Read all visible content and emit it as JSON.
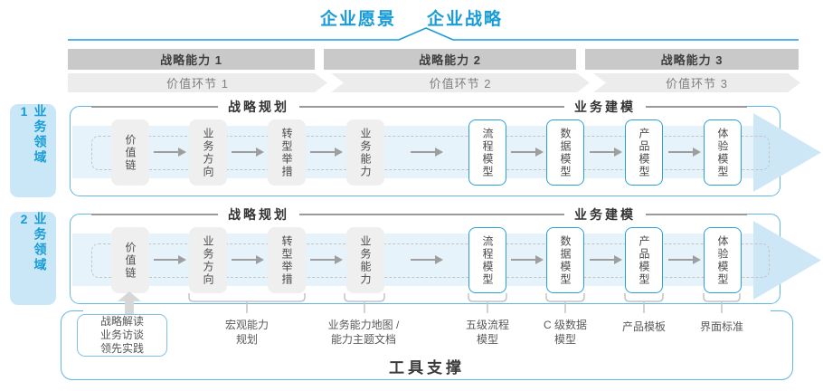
{
  "title": {
    "vision": "企业愿景",
    "strategy": "企业战略"
  },
  "strategic_capabilities": [
    {
      "label": "战略能力 1"
    },
    {
      "label": "战略能力 2"
    },
    {
      "label": "战略能力 3"
    }
  ],
  "value_links": [
    {
      "label": "价值环节 1"
    },
    {
      "label": "价值环节 2"
    },
    {
      "label": "价值环节 3"
    }
  ],
  "domains": [
    {
      "label": "业务领域 1"
    },
    {
      "label": "业务领域 2"
    }
  ],
  "sections": {
    "planning": "战略规划",
    "modeling": "业务建模"
  },
  "flow_boxes": {
    "gray": [
      "价值链",
      "业务方向",
      "转型举措",
      "业务能力"
    ],
    "blue": [
      "流程模型",
      "数据模型",
      "产品模型",
      "体验模型"
    ]
  },
  "annotations": {
    "practice_box": "战略解读\n业务访谈\n领先实践",
    "macro_capability": "宏观能力\n规划",
    "capability_map": "业务能力地图 /\n能力主题文档",
    "process_model": "五级流程\n模型",
    "data_model": "C 级数据\n模型",
    "product_template": "产品模板",
    "ui_standard": "界面标准"
  },
  "footer": {
    "tool_support": "工具支撑"
  },
  "colors": {
    "brand_blue": "#189cd8",
    "panel_border": "#60b8e4",
    "blue_box_border": "#2aa0d6",
    "domain_fill": "#c9e7f7",
    "capability_bar": "#c9c9c9",
    "value_link_band": "#ececec",
    "gray_box_fill": "#f0efef",
    "big_arrow_body": "#e7f3fb",
    "big_arrow_head": "#cee7f6",
    "flow_arrow": "#9e9e9e",
    "bracket": "#c4c4c4"
  }
}
